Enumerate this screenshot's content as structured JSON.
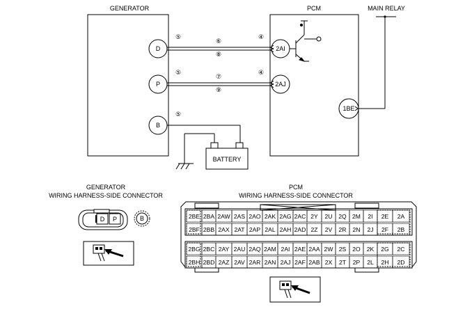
{
  "title_generator": "GENERATOR",
  "title_pcm": "PCM",
  "title_main_relay": "MAIN RELAY",
  "battery_label": "BATTERY",
  "generator_pins": [
    "D",
    "P",
    "B"
  ],
  "pcm_pins": [
    "2AI",
    "2AJ",
    "1BE"
  ],
  "wire_markers": {
    "gen_d": "⑤",
    "gen_p": "⑤",
    "gen_b": "⑤",
    "pcm_ai": "④",
    "pcm_aj": "④",
    "d_top": "⑥",
    "d_bottom": "⑧",
    "p_top": "⑦",
    "p_bottom": "⑨"
  },
  "gen_connector": {
    "title_line1": "GENERATOR",
    "title_line2": "WIRING HARNESS-SIDE CONNECTOR",
    "pin_d": "D",
    "pin_p": "P",
    "pin_b": "B"
  },
  "pcm_connector": {
    "title_line1": "PCM",
    "title_line2": "WIRING HARNESS-SIDE CONNECTOR",
    "rows": [
      [
        "2BE",
        "2BA",
        "2AW",
        "2AS",
        "2AO",
        "2AK",
        "2AG",
        "2AC",
        "2Y",
        "2U",
        "2Q",
        "2M",
        "2I",
        "2E",
        "2A"
      ],
      [
        "2BF",
        "2BB",
        "2AX",
        "2AT",
        "2AP",
        "2AL",
        "2AH",
        "2AD",
        "2Z",
        "2V",
        "2R",
        "2N",
        "2J",
        "2F",
        "2B"
      ],
      [
        "2BG",
        "2BC",
        "2AY",
        "2AU",
        "2AQ",
        "2AM",
        "2AI",
        "2AE",
        "2AA",
        "2W",
        "2S",
        "2O",
        "2K",
        "2G",
        "2C"
      ],
      [
        "2BH",
        "2BD",
        "2AZ",
        "2AV",
        "2AR",
        "2AN",
        "2AJ",
        "2AF",
        "2AB",
        "2X",
        "2T",
        "2P",
        "2L",
        "2H",
        "2D"
      ]
    ]
  }
}
